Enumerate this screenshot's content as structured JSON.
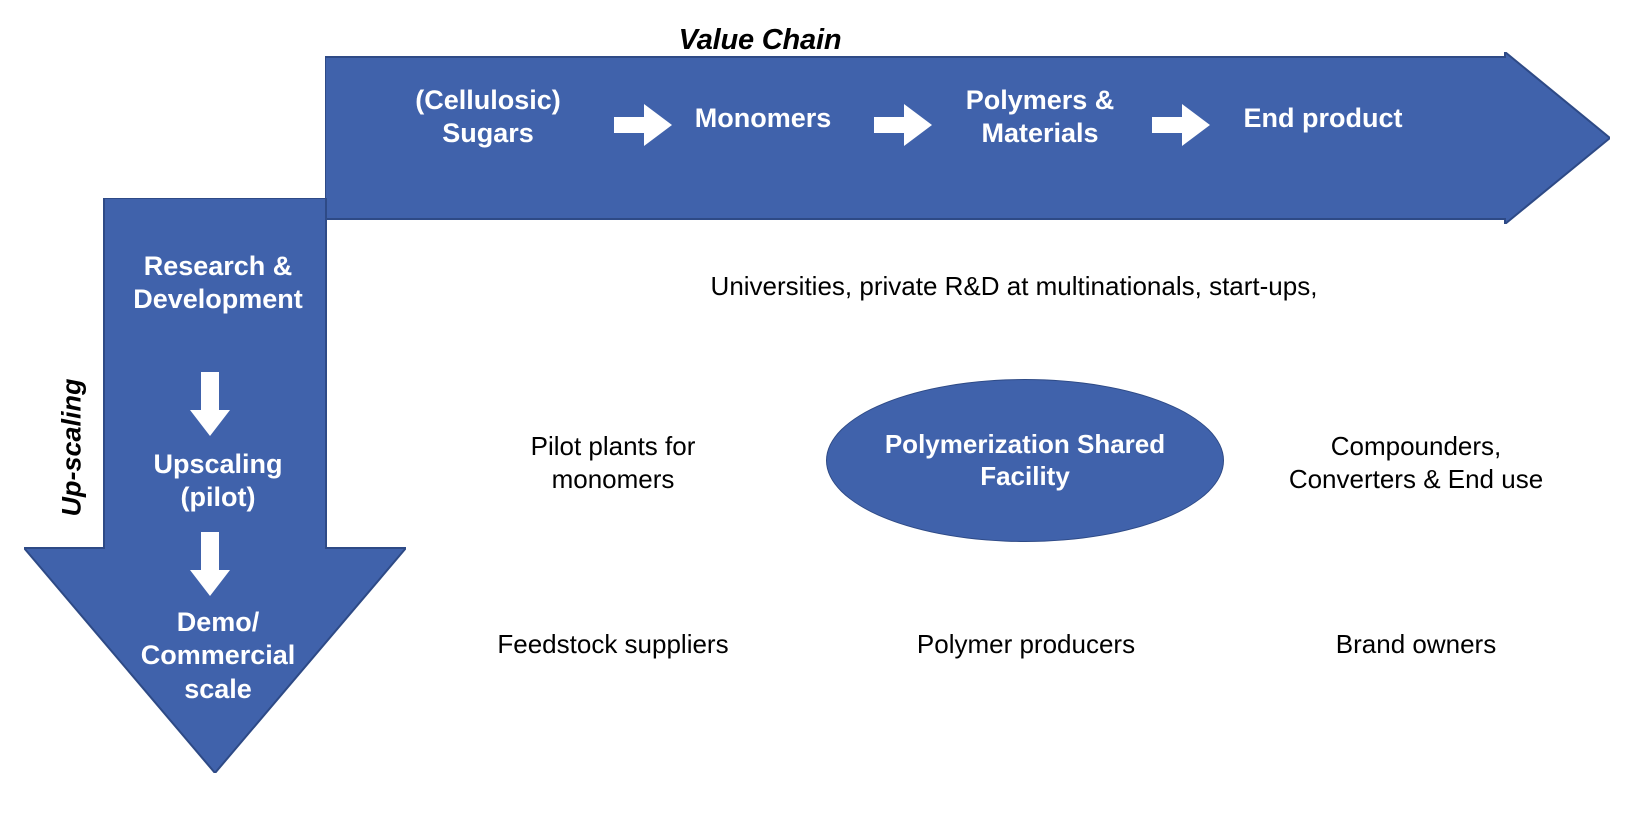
{
  "diagram": {
    "title_horizontal": "Value Chain",
    "title_vertical": "Up-scaling",
    "colors": {
      "blue_fill": "#4062ab",
      "blue_stroke": "#2e4a86",
      "white": "#ffffff",
      "black": "#000000",
      "background": "#ffffff"
    }
  },
  "value_chain": {
    "label": "Value Chain",
    "direction": "left-to-right",
    "stages": [
      {
        "label": "(Cellulosic)\nSugars"
      },
      {
        "label": "Monomers"
      },
      {
        "label": "Polymers &\nMaterials"
      },
      {
        "label": "End product"
      }
    ],
    "separator_icon": "arrow-right-icon"
  },
  "up_scaling": {
    "label": "Up-scaling",
    "direction": "top-to-bottom",
    "stages": [
      {
        "label": "Research &\nDevelopment"
      },
      {
        "label": "Upscaling\n(pilot)"
      },
      {
        "label": "Demo/\nCommercial\nscale"
      }
    ],
    "separator_icon": "arrow-down-icon"
  },
  "highlight": {
    "shape": "ellipse",
    "label": "Polymerization Shared\nFacility"
  },
  "actors": {
    "research_row": "Universities, private R&D at multinationals, start-ups,",
    "pilot_row": {
      "left": "Pilot plants for\nmonomers",
      "right": "Compounders,\nConverters & End use"
    },
    "commercial_row": {
      "left": "Feedstock suppliers",
      "center": "Polymer producers",
      "right": "Brand owners"
    }
  }
}
